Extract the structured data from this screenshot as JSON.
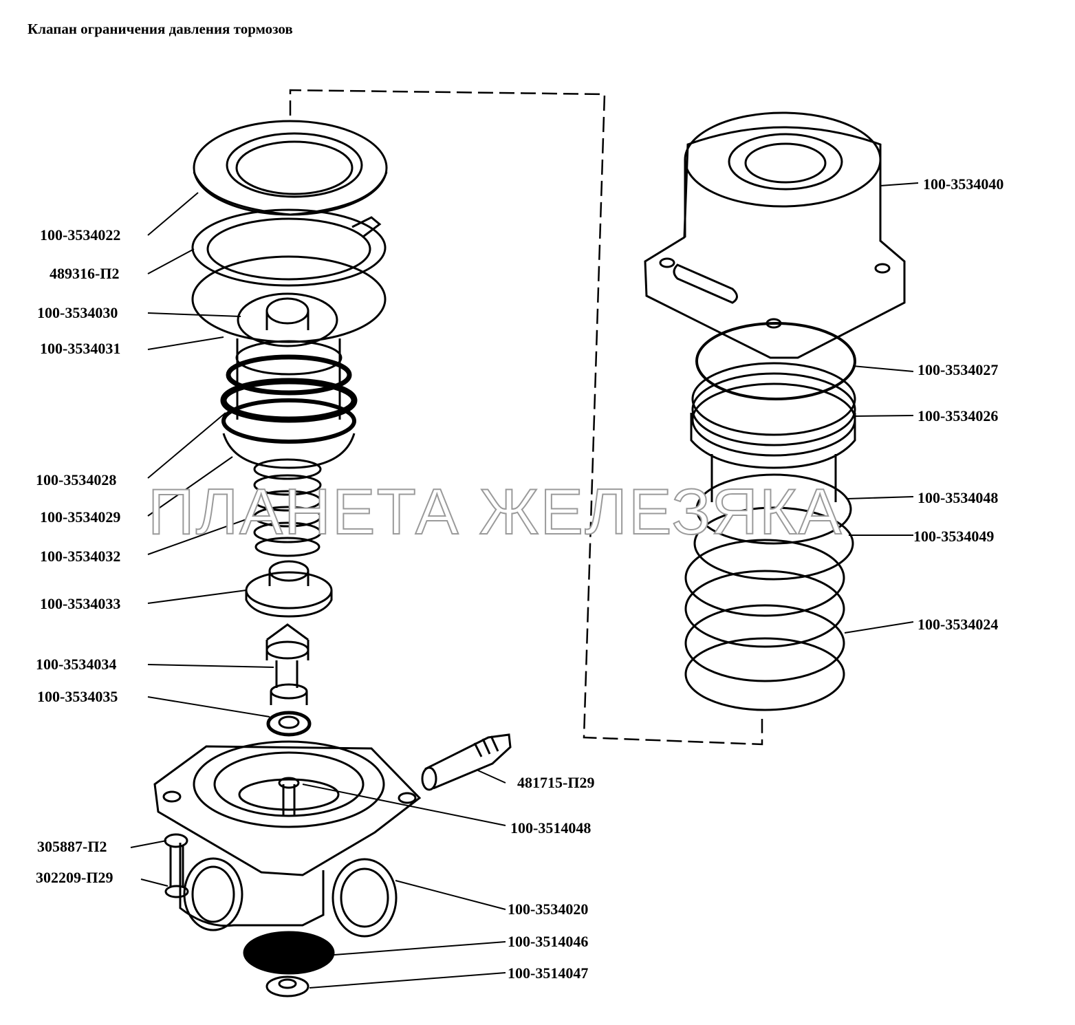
{
  "title": "Клапан ограничения давления тормозов",
  "watermark": "ПЛАНЕТА ЖЕЛЕЗЯКА",
  "parts": [
    {
      "id": "100-3534022"
    },
    {
      "id": "489316-П2"
    },
    {
      "id": "100-3534030"
    },
    {
      "id": "100-3534031"
    },
    {
      "id": "100-3534028"
    },
    {
      "id": "100-3534029"
    },
    {
      "id": "100-3534032"
    },
    {
      "id": "100-3534033"
    },
    {
      "id": "100-3534034"
    },
    {
      "id": "100-3534035"
    },
    {
      "id": "481715-П29"
    },
    {
      "id": "100-3514048"
    },
    {
      "id": "305887-П2"
    },
    {
      "id": "302209-П29"
    },
    {
      "id": "100-3534020"
    },
    {
      "id": "100-3514046"
    },
    {
      "id": "100-3514047"
    },
    {
      "id": "100-3534040"
    },
    {
      "id": "100-3534027"
    },
    {
      "id": "100-3534026"
    },
    {
      "id": "100-3534048"
    },
    {
      "id": "100-3534049"
    },
    {
      "id": "100-3534024"
    }
  ]
}
